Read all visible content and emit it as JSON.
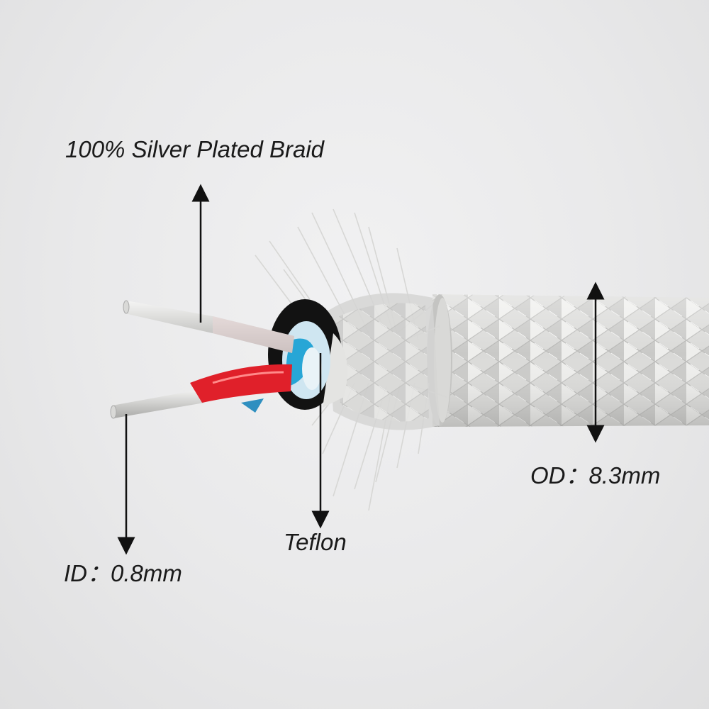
{
  "annotations": {
    "braid": "100% Silver Plated Braid",
    "outer_diameter": "OD：8.3mm",
    "insulation": "Teflon",
    "inner_diameter": "ID：0.8mm"
  },
  "colors": {
    "background": "#e9e9ea",
    "braid_silver": "#d8d8d6",
    "red_insulation": "#e0202a",
    "blue_filler": "#27a6d6",
    "black_layer": "#111111",
    "arrow": "#111111"
  },
  "icons": [
    "arrow-up-icon",
    "arrow-down-icon",
    "double-arrow-icon"
  ]
}
